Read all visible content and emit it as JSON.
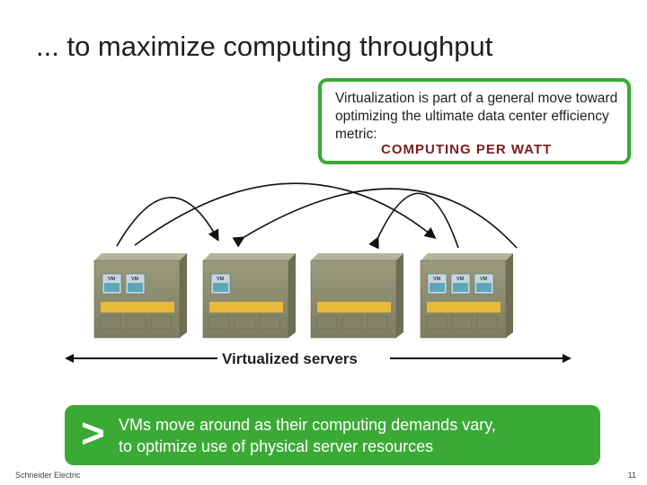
{
  "title": "... to maximize computing throughput",
  "callout": {
    "lines": [
      "Virtualization is part of a general move toward",
      "optimizing the ultimate data center efficiency",
      "metric:"
    ],
    "emphasis": "COMPUTING PER WATT"
  },
  "servers_label": "Virtualized servers",
  "vm_badge": "VM",
  "banner": {
    "chevron": ">",
    "line1": "VMs  move around as their computing demands vary,",
    "line2": "to optimize use of physical server resources"
  },
  "footer": {
    "left": "Schneider Electric",
    "right": "11"
  },
  "colors": {
    "green": "#3aaa35",
    "emphasis": "#7a1f1f",
    "server": "#8f8f72",
    "drive": "#e8b838"
  }
}
